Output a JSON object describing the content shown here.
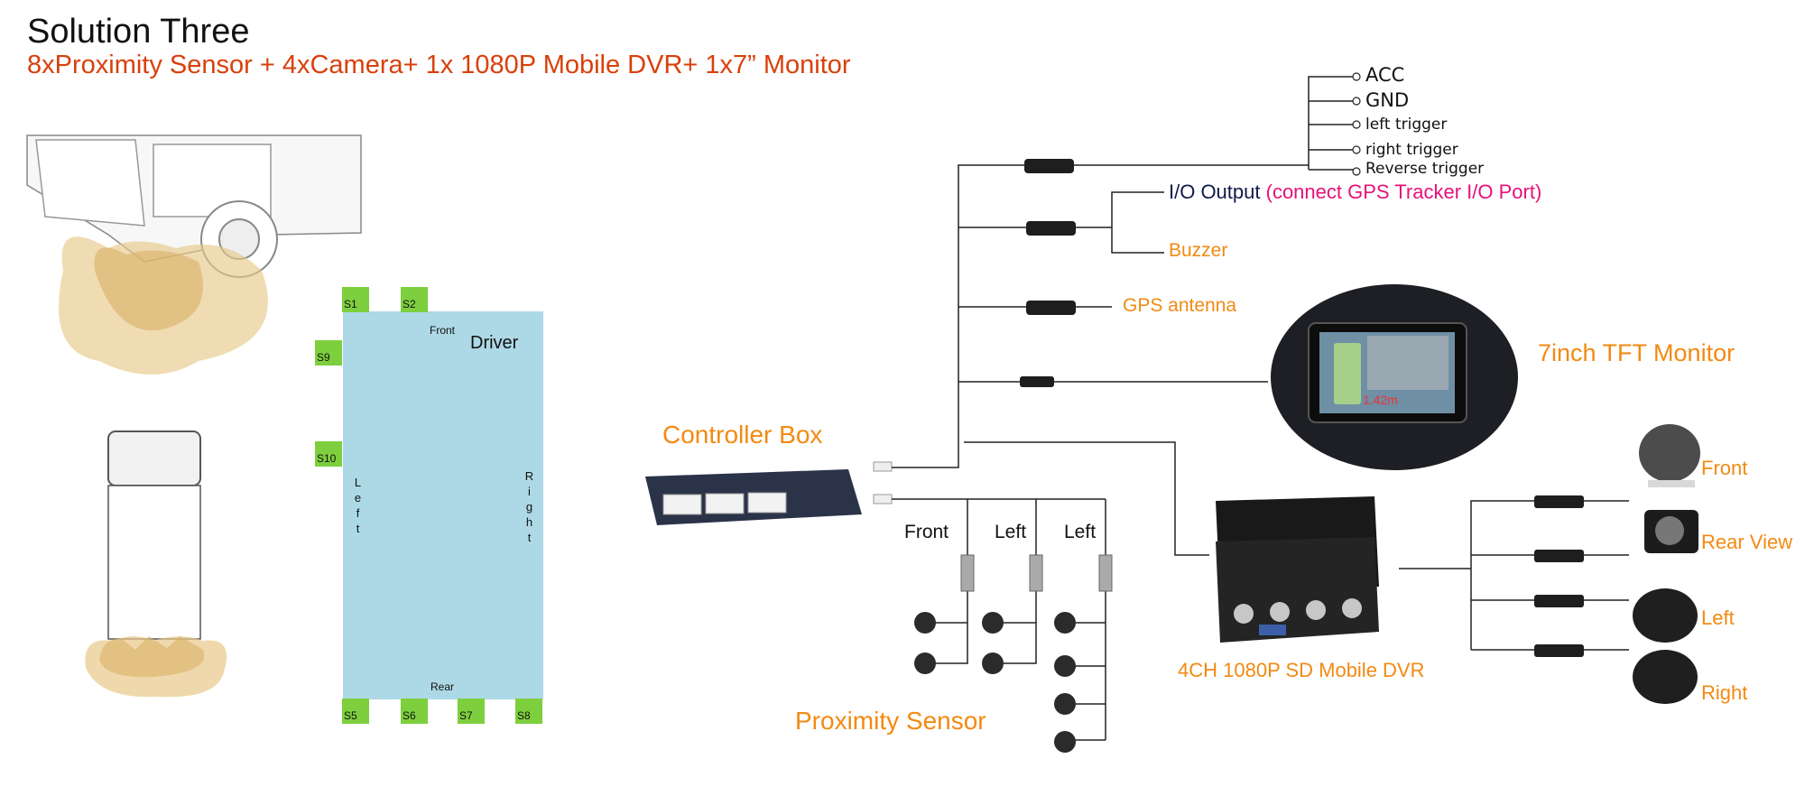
{
  "header": {
    "title": "Solution Three",
    "subtitle": "8xProximity Sensor + 4xCamera+ 1x 1080P Mobile DVR+ 1x7” Monitor"
  },
  "car_layout": {
    "driver": "Driver",
    "front": "Front",
    "rear": "Rear",
    "left": "Left",
    "right": "Right",
    "sensors": [
      "S1",
      "S2",
      "S9",
      "S10",
      "S5",
      "S6",
      "S7",
      "S8"
    ]
  },
  "controller": {
    "label": "Controller Box"
  },
  "io_lines": {
    "acc": "ACC",
    "gnd": "GND",
    "left_trigger": "left trigger",
    "right_trigger": "right trigger",
    "reverse_trigger": "Reverse trigger",
    "io_output": "I/O Output",
    "io_output_note": "(connect GPS Tracker I/O Port)",
    "buzzer": "Buzzer",
    "gps_antenna": "GPS antenna"
  },
  "monitor": {
    "label": "7inch TFT Monitor",
    "screen_reading": "1.42m"
  },
  "sensor_groups": {
    "front": "Front",
    "left1": "Left",
    "left2": "Left",
    "label": "Proximity Sensor"
  },
  "dvr": {
    "label": "4CH 1080P SD Mobile DVR"
  },
  "cameras": {
    "front": "Front",
    "rear": "Rear View",
    "left": "Left",
    "right": "Right"
  },
  "colors": {
    "accent_orange": "#f28a12",
    "title_red": "#d9400b",
    "sensor_green": "#7dcf3d",
    "car_blue": "#add8e6",
    "io_pink": "#e6127a"
  }
}
